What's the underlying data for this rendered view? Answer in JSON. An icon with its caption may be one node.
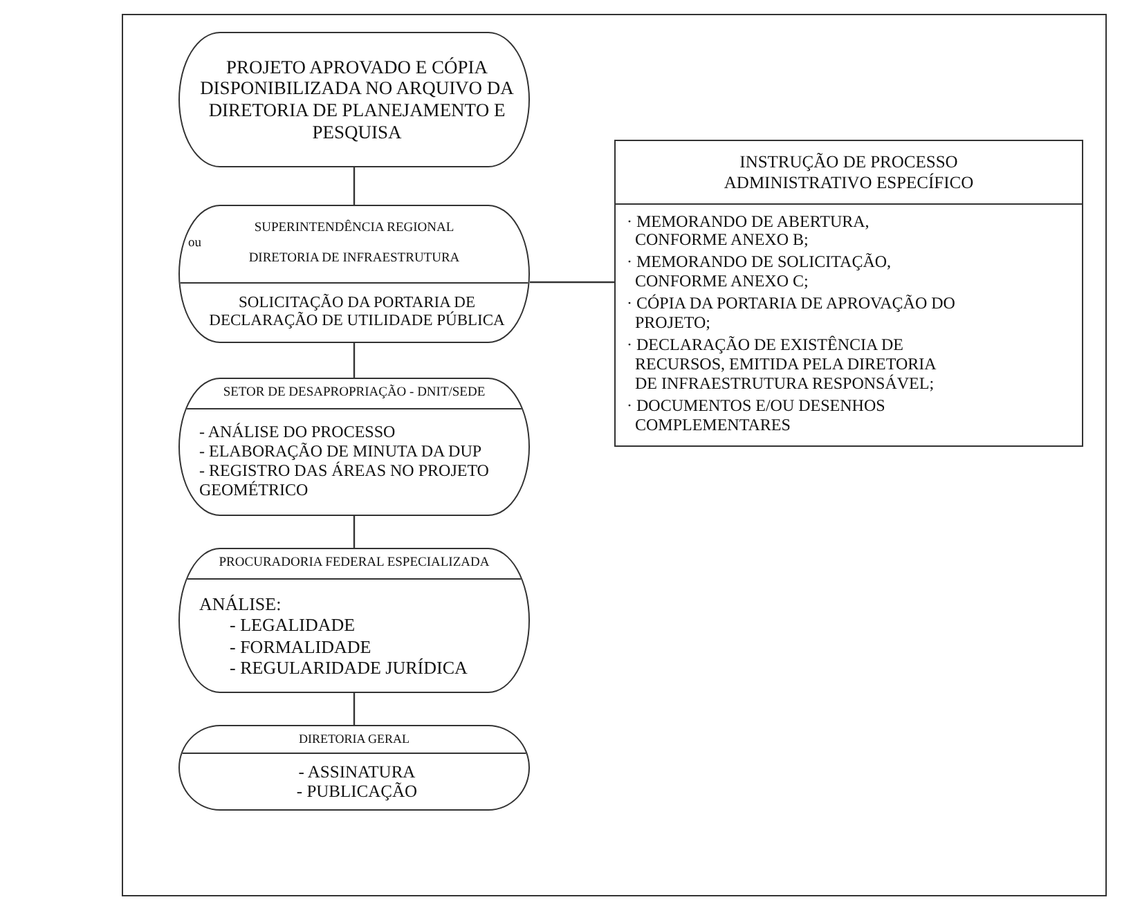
{
  "diagram": {
    "nodes": [
      {
        "text": [
          "PROJETO APROVADO E CÓPIA DISPONIBILIZADA NO ARQUIVO DA DIRETORIA DE PLANEJAMENTO E PESQUISA"
        ]
      },
      {
        "text": [
          "SUPERINTENDÊNCIA REGIONAL",
          "ou",
          "DIRETORIA DE INFRAESTRUTURA",
          "SOLICITAÇÃO DA PORTARIA DE DECLARAÇÃO DE UTILIDADE PÚBLICA"
        ]
      },
      {
        "text": [
          "SETOR DE DESAPROPRIAÇÃO - DNIT/SEDE",
          "- ANÁLISE DO PROCESSO",
          "- ELABORAÇÃO DE MINUTA DA DUP",
          "- REGISTRO DAS ÁREAS NO PROJETO GEOMÉTRICO"
        ]
      },
      {
        "text": [
          "PROCURADORIA FEDERAL ESPECIALIZADA",
          "ANÁLISE:",
          "- LEGALIDADE",
          "- FORMALIDADE",
          "- REGULARIDADE JURÍDICA"
        ]
      },
      {
        "text": [
          "DIRETORIA GERAL",
          "- ASSINATURA",
          "- PUBLICAÇÃO"
        ]
      },
      {
        "text": [
          "INSTRUÇÃO DE PROCESSO ADMINISTRATIVO ESPECÍFICO",
          "· MEMORANDO DE ABERTURA, CONFORME ANEXO B;",
          "· MEMORANDO DE SOLICITAÇÃO, CONFORME ANEXO C;",
          "· CÓPIA DA PORTARIA DE APROVAÇÃO DO PROJETO;",
          "· DECLARAÇÃO DE EXISTÊNCIA DE RECURSOS, EMITIDA PELA DIRETORIA DE INFRAESTRUTURA RESPONSÁVEL;",
          "· DOCUMENTOS E/OU DESENHOS COMPLEMENTARES"
        ]
      }
    ],
    "edges": [
      {
        "from": 0,
        "to": 1,
        "arrow": "none"
      },
      {
        "from": 1,
        "to": 2,
        "arrow": "none"
      },
      {
        "from": 2,
        "to": 3,
        "arrow": "none"
      },
      {
        "from": 3,
        "to": 4,
        "arrow": "none"
      },
      {
        "from": 1,
        "to": 5,
        "arrow": "none"
      }
    ]
  }
}
